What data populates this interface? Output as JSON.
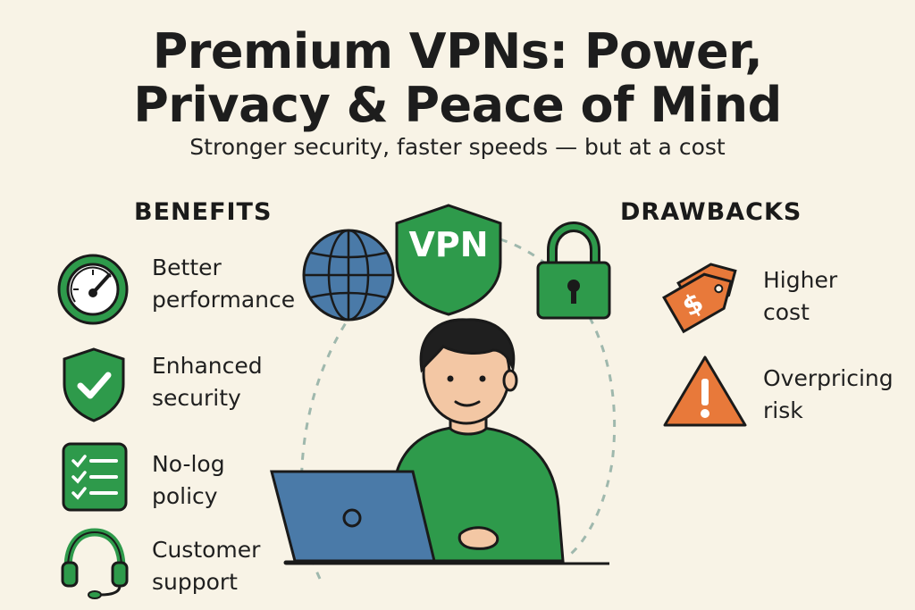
{
  "header": {
    "title_line1": "Premium VPNs: Power,",
    "title_line2": "Privacy & Peace of Mind",
    "subtitle": "Stronger security, faster speeds — but at a cost"
  },
  "benefits": {
    "heading": "BENEFITS",
    "items": [
      {
        "line1": "Better",
        "line2": "performance",
        "icon": "speedometer-icon"
      },
      {
        "line1": "Enhanced",
        "line2": "security",
        "icon": "shield-check-icon"
      },
      {
        "line1": "No-log",
        "line2": "policy",
        "icon": "checklist-icon"
      },
      {
        "line1": "Customer",
        "line2": "support",
        "icon": "headset-icon"
      }
    ]
  },
  "drawbacks": {
    "heading": "DRAWBACKS",
    "items": [
      {
        "line1": "Higher",
        "line2": "cost",
        "icon": "price-tag-icon"
      },
      {
        "line1": "Overpricing",
        "line2": "risk",
        "icon": "warning-icon"
      }
    ]
  },
  "center": {
    "shield_label": "VPN",
    "icons": [
      "globe-icon",
      "vpn-shield-icon",
      "padlock-icon",
      "person-with-laptop-illustration"
    ]
  },
  "colors": {
    "background": "#f8f3e6",
    "green": "#2e9a4b",
    "dark_green": "#1f7a37",
    "orange": "#e8793a",
    "blue": "#4a7aa8",
    "outline": "#1a1a1a"
  }
}
